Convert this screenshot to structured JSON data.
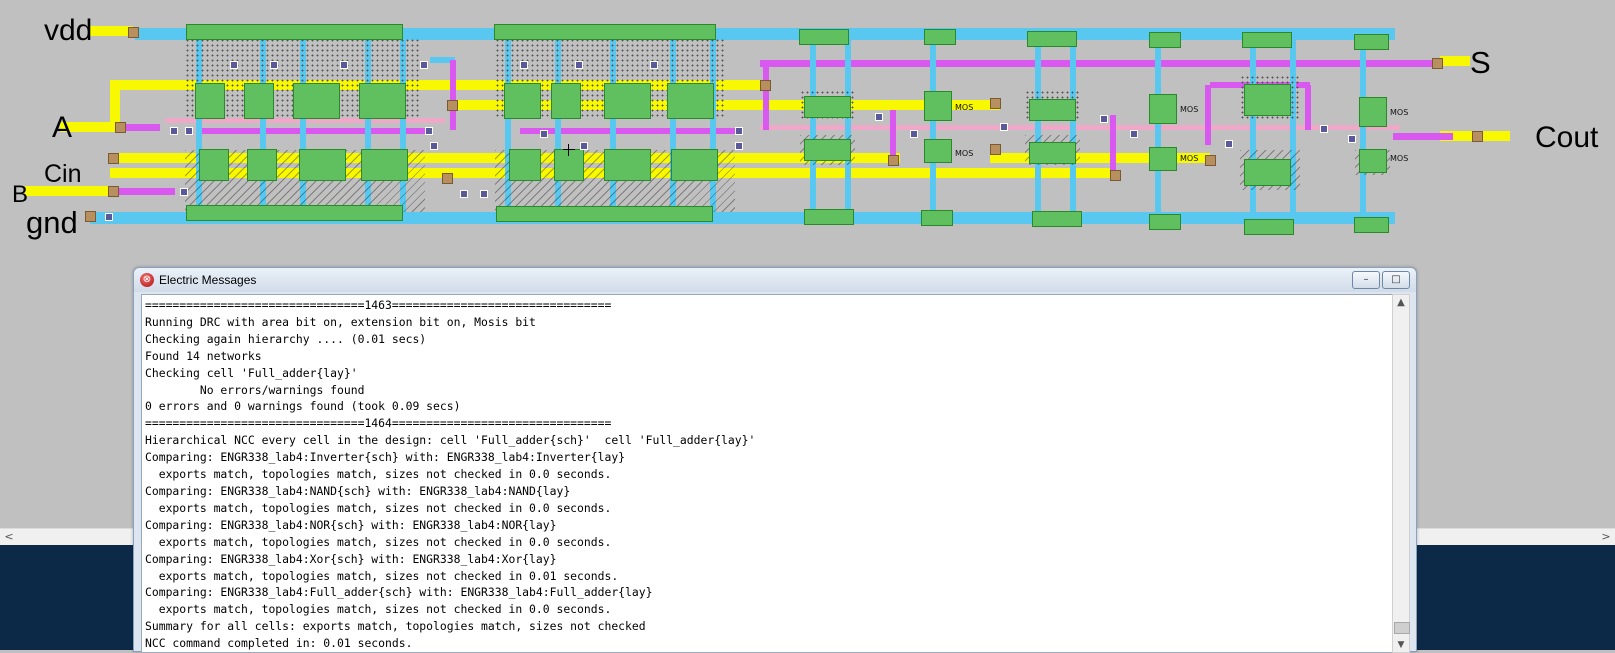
{
  "layout": {
    "labels": {
      "vdd": "vdd",
      "s": "S",
      "a": "A",
      "cout": "Cout",
      "cin": "Cin",
      "b": "B",
      "gnd": "gnd"
    },
    "mos_label": "MOS"
  },
  "scrollbar": {
    "left_arrow": "<",
    "right_arrow": ">"
  },
  "messages_window": {
    "title": "Electric Messages",
    "app_icon": "electric-app-icon",
    "minimize_label": "–",
    "maximize_label": "□",
    "log_lines": [
      "================================1463================================",
      "Running DRC with area bit on, extension bit on, Mosis bit",
      "Checking again hierarchy .... (0.01 secs)",
      "Found 14 networks",
      "Checking cell 'Full_adder{lay}'",
      "        No errors/warnings found",
      "0 errors and 0 warnings found (took 0.09 secs)",
      "================================1464================================",
      "Hierarchical NCC every cell in the design: cell 'Full_adder{sch}'  cell 'Full_adder{lay}'",
      "Comparing: ENGR338_lab4:Inverter{sch} with: ENGR338_lab4:Inverter{lay}",
      "  exports match, topologies match, sizes not checked in 0.0 seconds.",
      "Comparing: ENGR338_lab4:NAND{sch} with: ENGR338_lab4:NAND{lay}",
      "  exports match, topologies match, sizes not checked in 0.0 seconds.",
      "Comparing: ENGR338_lab4:NOR{sch} with: ENGR338_lab4:NOR{lay}",
      "  exports match, topologies match, sizes not checked in 0.0 seconds.",
      "Comparing: ENGR338_lab4:Xor{sch} with: ENGR338_lab4:Xor{lay}",
      "  exports match, topologies match, sizes not checked in 0.01 seconds.",
      "Comparing: ENGR338_lab4:Full_adder{sch} with: ENGR338_lab4:Full_adder{lay}",
      "  exports match, topologies match, sizes not checked in 0.0 seconds.",
      "Summary for all cells: exports match, topologies match, sizes not checked",
      "NCC command completed in: 0.01 seconds."
    ]
  }
}
